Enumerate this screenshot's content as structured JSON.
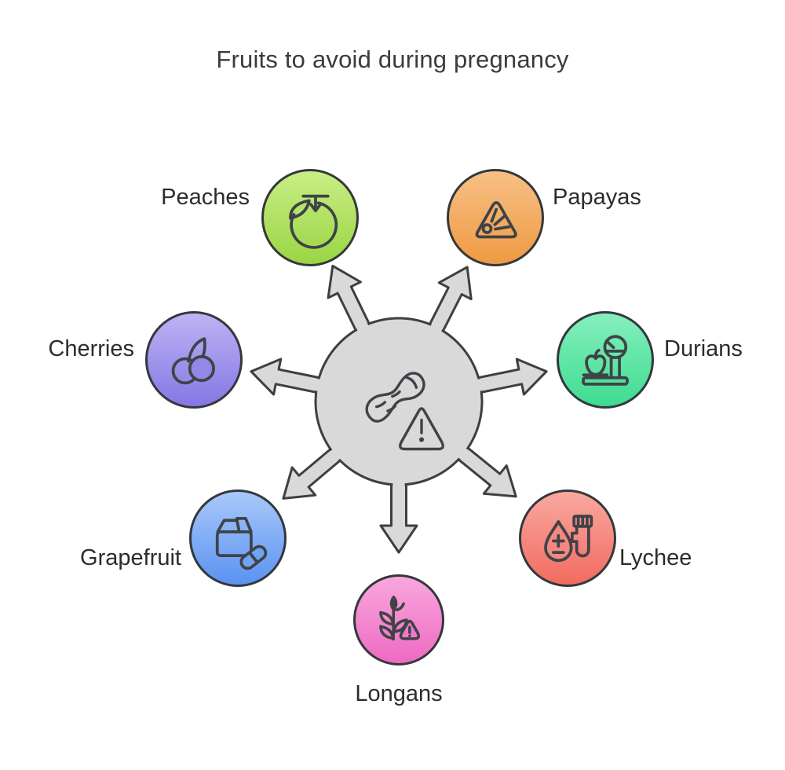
{
  "title": "Fruits to avoid during pregnancy",
  "palette": {
    "background": "#ffffff",
    "outline": "#34383c",
    "hub_fill": "#d9d9d9",
    "hub_stroke": "#3f3f3f",
    "icon_stroke": "#3f4347",
    "label_color": "#2c2c2c",
    "title_color": "#3b3b3b"
  },
  "center": {
    "icon": "peanut-warning-icon"
  },
  "nodes": [
    {
      "label": "Peaches",
      "icon": "peach-icon",
      "color_top": "#c8ee85",
      "color_bottom": "#9bd544"
    },
    {
      "label": "Papayas",
      "icon": "papaya-warning-triangle-icon",
      "color_top": "#f7c085",
      "color_bottom": "#ee9a43"
    },
    {
      "label": "Cherries",
      "icon": "cherries-icon",
      "color_top": "#beb3f4",
      "color_bottom": "#8577e3"
    },
    {
      "label": "Durians",
      "icon": "weighing-scale-icon",
      "color_top": "#85efbd",
      "color_bottom": "#3edc90"
    },
    {
      "label": "Grapefruit",
      "icon": "medicine-box-pill-icon",
      "color_top": "#a8c8fa",
      "color_bottom": "#5b93f1"
    },
    {
      "label": "Lychee",
      "icon": "blood-sugar-icon",
      "color_top": "#f9a8a0",
      "color_bottom": "#f16b60"
    },
    {
      "label": "Longans",
      "icon": "wheat-warning-icon",
      "color_top": "#f9a7dd",
      "color_bottom": "#ee6ac1"
    }
  ]
}
